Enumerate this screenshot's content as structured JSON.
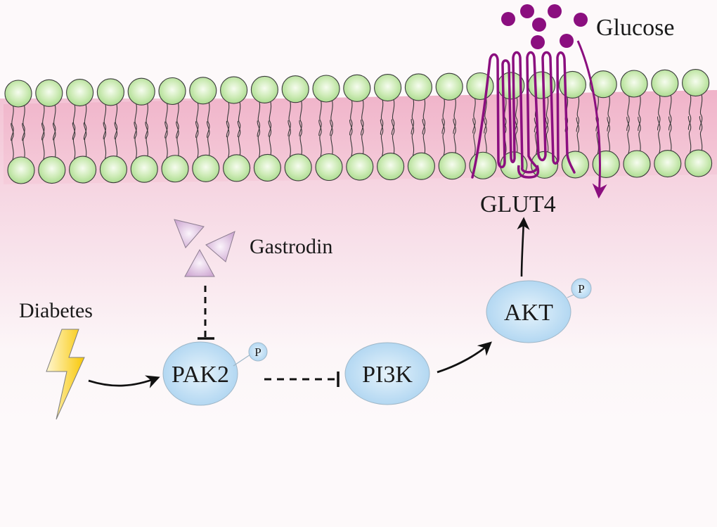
{
  "diagram": {
    "title": "Gastrodin PAK2 / PI3K / AKT / GLUT4 glucose uptake pathway",
    "labels": {
      "glucose": "Glucose",
      "glut4": "GLUT4",
      "gastrodin": "Gastrodin",
      "diabetes": "Diabetes"
    },
    "nodes": [
      {
        "id": "pak2",
        "label": "PAK2",
        "phosphorylated": true,
        "phospho_label": "P"
      },
      {
        "id": "pi3k",
        "label": "PI3K",
        "phosphorylated": false
      },
      {
        "id": "akt",
        "label": "AKT",
        "phosphorylated": true,
        "phospho_label": "P"
      }
    ],
    "edges": [
      {
        "from": "diabetes",
        "to": "pak2",
        "type": "activation",
        "style": "solid"
      },
      {
        "from": "gastrodin",
        "to": "pak2",
        "type": "inhibition",
        "style": "dashed"
      },
      {
        "from": "pak2",
        "to": "pi3k",
        "type": "inhibition",
        "style": "dashed"
      },
      {
        "from": "pi3k",
        "to": "akt",
        "type": "activation",
        "style": "solid"
      },
      {
        "from": "akt",
        "to": "glut4",
        "type": "activation",
        "style": "solid"
      },
      {
        "from": "glucose",
        "to": "cytoplasm",
        "type": "transport",
        "style": "solid",
        "via": "glut4"
      }
    ],
    "colors": {
      "background": "#fdf9fa",
      "membrane_band": "#f2bdd0",
      "lipid_head": "#b9e3a0",
      "lipid_stroke": "#3a3a3a",
      "protein_fill": "#b9daf2",
      "glucose": "#8b0f7f",
      "glut4": "#8b0f7f",
      "gastrodin": "#d9bcdc",
      "lightning": "#f8cc1b",
      "arrow": "#111111"
    },
    "glucose_molecule_count": 7
  }
}
